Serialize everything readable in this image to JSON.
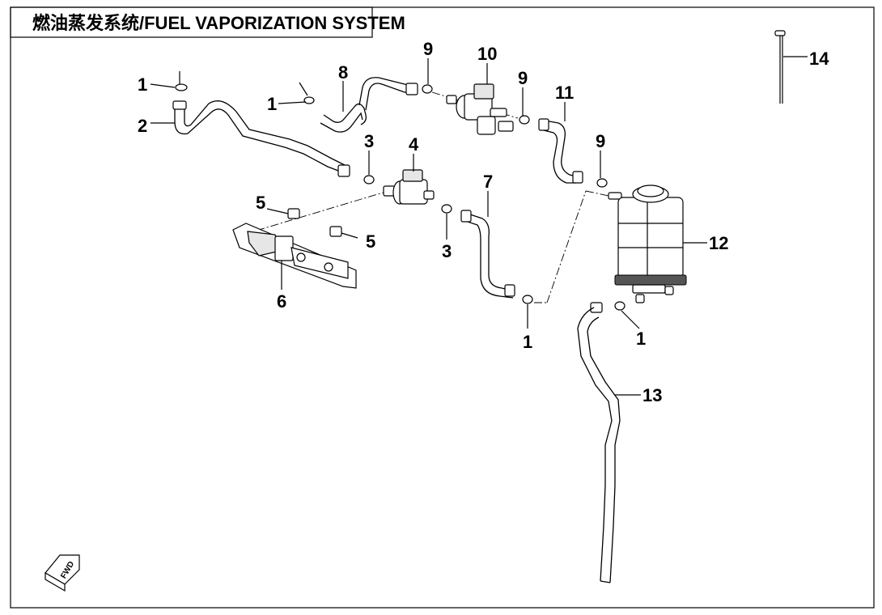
{
  "title": "燃油蒸发系统/FUEL VAPORIZATION SYSTEM",
  "fwd_label": "FWD",
  "callouts": [
    {
      "id": "c1a",
      "label": "1"
    },
    {
      "id": "c2",
      "label": "2"
    },
    {
      "id": "c1b",
      "label": "1"
    },
    {
      "id": "c8",
      "label": "8"
    },
    {
      "id": "c9a",
      "label": "9"
    },
    {
      "id": "c10",
      "label": "10"
    },
    {
      "id": "c9b",
      "label": "9"
    },
    {
      "id": "c11",
      "label": "11"
    },
    {
      "id": "c3a",
      "label": "3"
    },
    {
      "id": "c4",
      "label": "4"
    },
    {
      "id": "c9c",
      "label": "9"
    },
    {
      "id": "c5a",
      "label": "5"
    },
    {
      "id": "c5b",
      "label": "5"
    },
    {
      "id": "c7",
      "label": "7"
    },
    {
      "id": "c3b",
      "label": "3"
    },
    {
      "id": "c6",
      "label": "6"
    },
    {
      "id": "c12",
      "label": "12"
    },
    {
      "id": "c1c",
      "label": "1"
    },
    {
      "id": "c1d",
      "label": "1"
    },
    {
      "id": "c13",
      "label": "13"
    },
    {
      "id": "c14",
      "label": "14"
    }
  ]
}
